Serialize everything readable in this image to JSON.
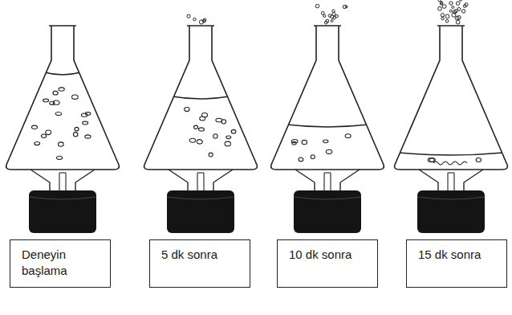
{
  "diagram": {
    "nodes": [
      {
        "text": [
          "Deneyin başlama"
        ]
      },
      {
        "text": [
          "5 dk sonra"
        ]
      },
      {
        "text": [
          "10 dk sonra"
        ]
      },
      {
        "text": [
          "15 dk sonra"
        ]
      }
    ]
  }
}
